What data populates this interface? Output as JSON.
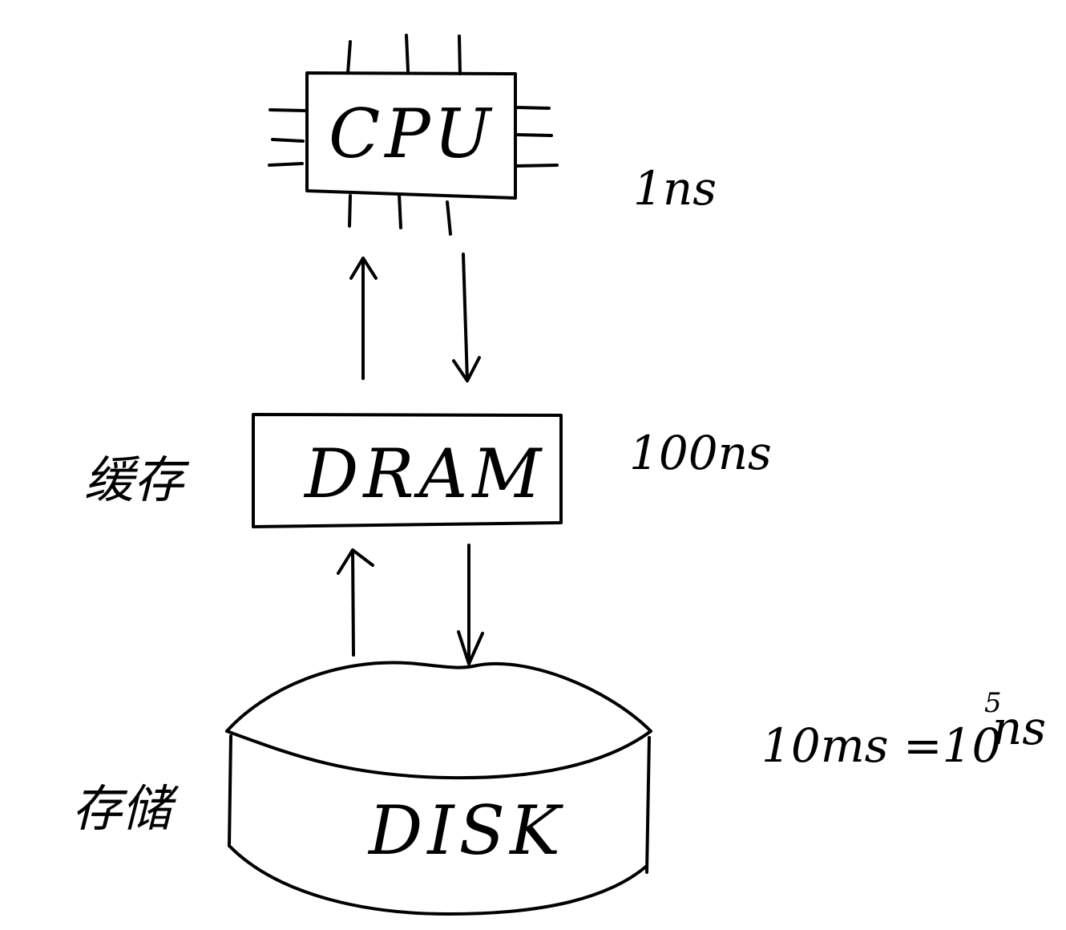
{
  "nodes": {
    "cpu": {
      "label": "CPU",
      "latency": "1ns"
    },
    "dram": {
      "label": "DRAM",
      "latency": "100ns",
      "role": "缓存"
    },
    "disk": {
      "label": "DISK",
      "latency_base": "10ms =10",
      "latency_exp": "5",
      "latency_unit": "ns",
      "role": "存储"
    }
  },
  "colors": {
    "ink": "#000000",
    "background": "#ffffff"
  }
}
